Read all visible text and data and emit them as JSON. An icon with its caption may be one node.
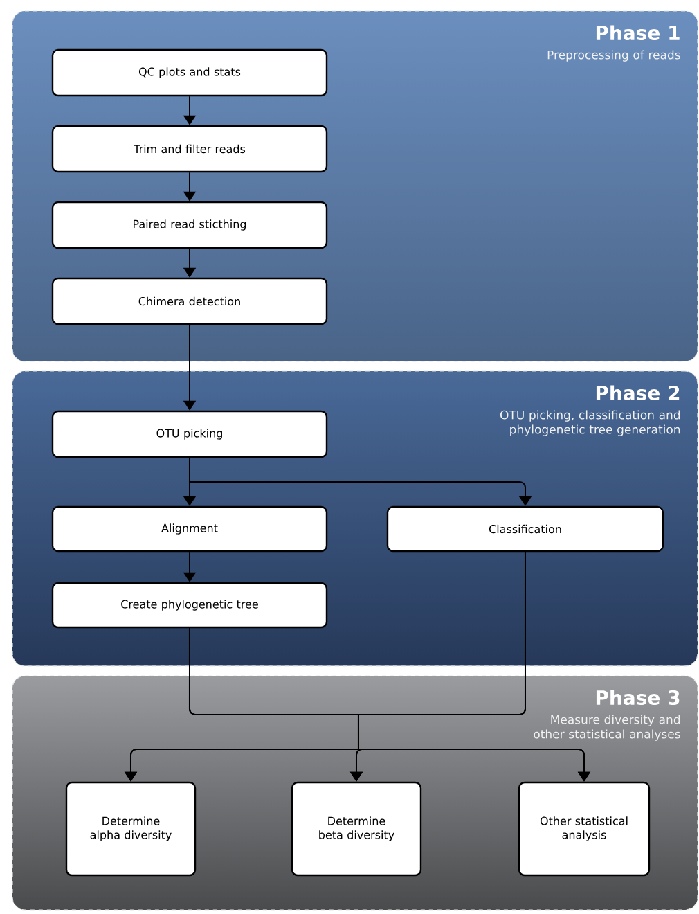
{
  "diagram": {
    "nodes": [
      {
        "text": [
          "Phase 1",
          "Preprocessing of reads"
        ]
      },
      {
        "text": [
          "QC plots and stats"
        ],
        "in": 0
      },
      {
        "text": [
          "Trim and filter reads"
        ],
        "in": 0
      },
      {
        "text": [
          "Paired read sticthing"
        ],
        "in": 0
      },
      {
        "text": [
          "Chimera detection"
        ],
        "in": 0
      },
      {
        "text": [
          "Phase 2",
          "OTU picking, classification and phylogenetic tree generation"
        ]
      },
      {
        "text": [
          "OTU picking"
        ],
        "in": 5
      },
      {
        "text": [
          "Alignment"
        ],
        "in": 5
      },
      {
        "text": [
          "Classification"
        ],
        "in": 5
      },
      {
        "text": [
          "Create phylogenetic tree"
        ],
        "in": 5
      },
      {
        "text": [
          "Phase 3",
          "Measure diversity and other statistical analyses"
        ]
      },
      {
        "text": [
          "Determine alpha diversity"
        ],
        "in": 10
      },
      {
        "text": [
          "Determine beta diversity"
        ],
        "in": 10
      },
      {
        "text": [
          "Other statistical analysis"
        ],
        "in": 10
      }
    ],
    "edges": [
      {
        "from": 1,
        "to": 2,
        "arrow": "to"
      },
      {
        "from": 2,
        "to": 3,
        "arrow": "to"
      },
      {
        "from": 3,
        "to": 4,
        "arrow": "to"
      },
      {
        "from": 4,
        "to": 6,
        "arrow": "to"
      },
      {
        "from": 6,
        "to": 7,
        "arrow": "to"
      },
      {
        "from": 6,
        "to": 8,
        "arrow": "to"
      },
      {
        "from": 7,
        "to": 9,
        "arrow": "to"
      },
      {
        "from": 9,
        "to": 11,
        "arrow": "to"
      },
      {
        "from": 9,
        "to": 12,
        "arrow": "to"
      },
      {
        "from": 9,
        "to": 13,
        "arrow": "to"
      },
      {
        "from": 8,
        "to": 11,
        "arrow": "to"
      },
      {
        "from": 8,
        "to": 12,
        "arrow": "to"
      },
      {
        "from": 8,
        "to": 13,
        "arrow": "to"
      }
    ]
  }
}
